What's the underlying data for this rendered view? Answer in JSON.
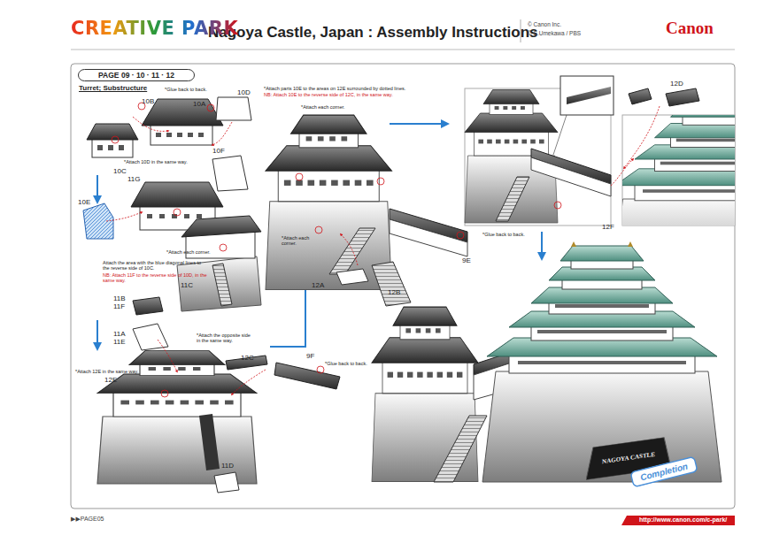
{
  "diagram": {
    "title": "Nagoya Castle, Japan : Assembly Instructions",
    "nodes": [
      {
        "text": [
          "PAGE 09 · 10 · 11 · 12"
        ]
      },
      {
        "text": [
          "NAGOYA CASTLE"
        ]
      },
      {
        "text": [
          "Completion"
        ]
      }
    ],
    "labels": [
      "CREATIVE PARK",
      "© Canon Inc.",
      "© S.Umekawa / PBS",
      "Canon",
      "Turret; Substructure",
      "*Glue back to back.",
      "10B",
      "10A",
      "10D",
      "*Attach 10D in the same way.",
      "10C",
      "10F",
      "11G",
      "10E",
      "*Attach each corner.",
      "Attach the area with the blue diagonal lines to the reverse side of 10C.",
      "NB: Attach 11F to the reverse side of 10D, in the same way.",
      "11C",
      "11B",
      "11F",
      "11A",
      "11E",
      "*Attach the opposite side in the same way.",
      "*Attach 12E in the same way.",
      "12E",
      "12C",
      "9F",
      "*Glue back to back.",
      "11D",
      "*Attach parts 10E to the areas on 12E surrounded by dotted lines.",
      "NB: Attach 10E to the reverse side of 12C, in the same way.",
      "*Attach each corner.",
      "*Attach each corner.",
      "12A",
      "12B",
      "*Glue back to back.",
      "9E",
      "12D",
      "12F",
      "▶▶PAGE05",
      "http://www.canon.com/c-park/"
    ]
  }
}
